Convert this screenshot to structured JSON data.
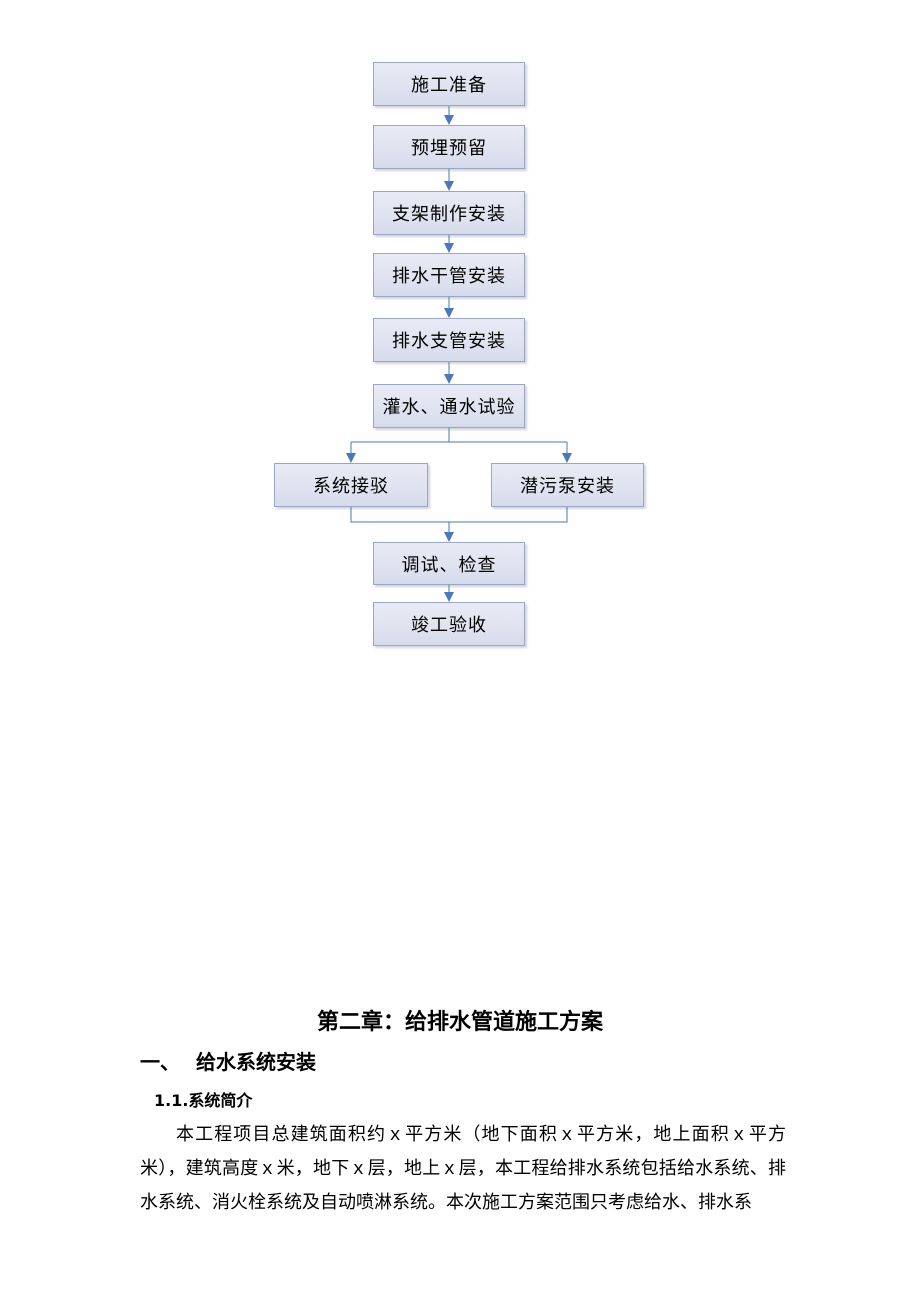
{
  "flowchart": {
    "steps": [
      "施工准备",
      "预埋预留",
      "支架制作安装",
      "排水干管安装",
      "排水支管安装",
      "灌水、通水试验"
    ],
    "branch_left": "系统接驳",
    "branch_right": "潜污泵安装",
    "after_merge": [
      "调试、检查",
      "竣工验收"
    ],
    "colors": {
      "box_fill": "#dfe3f0",
      "box_border": "#9aa6c3",
      "connector": "#4a78b8"
    }
  },
  "document": {
    "chapter_title": "第二章：给排水管道施工方案",
    "section_number": "一、",
    "section_title": "给水系统安装",
    "subsection": "1.1.系统简介",
    "paragraph": "本工程项目总建筑面积约ｘ平方米（地下面积ｘ平方米，地上面积ｘ平方米），建筑高度ｘ米，地下ｘ层，地上ｘ层，本工程给排水系统包括给水系统、排水系统、消火栓系统及自动喷淋系统。本次施工方案范围只考虑给水、排水系"
  }
}
